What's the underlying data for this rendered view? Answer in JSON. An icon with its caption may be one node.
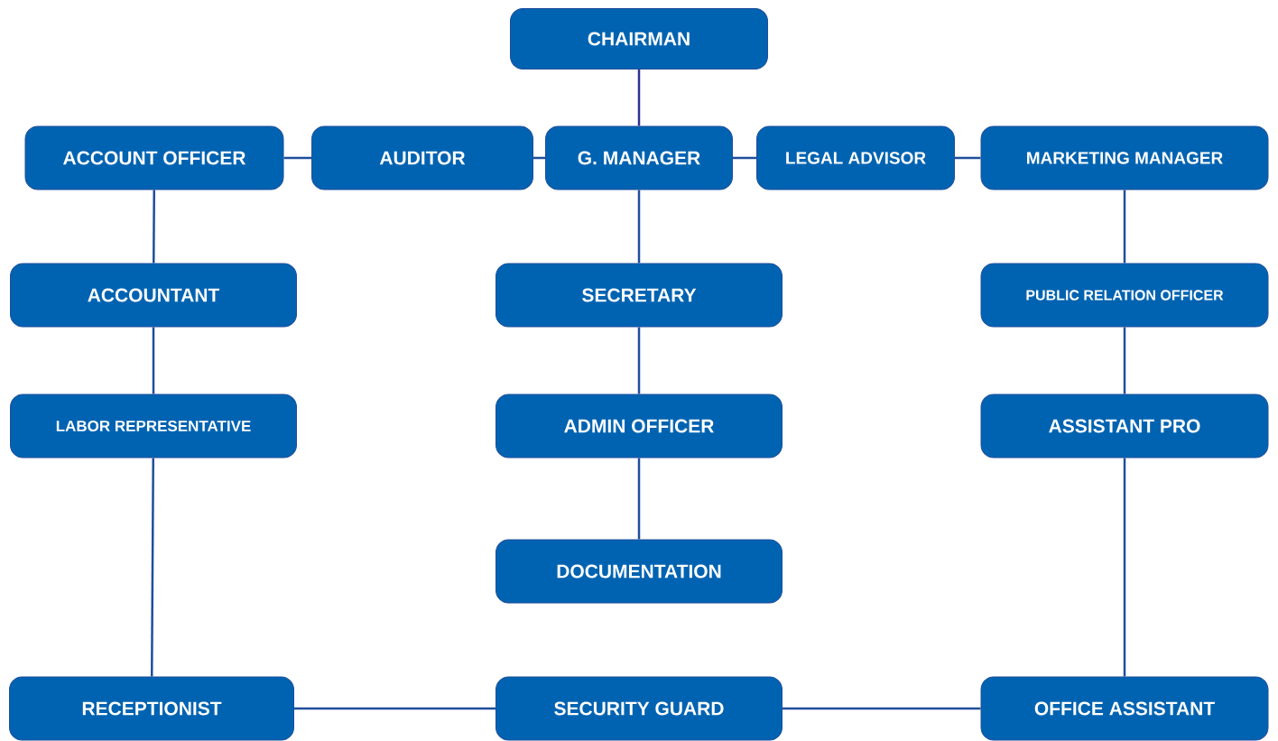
{
  "diagram": {
    "nodes": [
      {
        "text": [
          "CHAIRMAN"
        ]
      },
      {
        "text": [
          "ACCOUNT OFFICER"
        ]
      },
      {
        "text": [
          "AUDITOR"
        ]
      },
      {
        "text": [
          "G. MANAGER"
        ]
      },
      {
        "text": [
          "LEGAL ADVISOR"
        ]
      },
      {
        "text": [
          "MARKETING MANAGER"
        ]
      },
      {
        "text": [
          "ACCOUNTANT"
        ]
      },
      {
        "text": [
          "SECRETARY"
        ]
      },
      {
        "text": [
          "PUBLIC RELATION OFFICER"
        ]
      },
      {
        "text": [
          "LABOR REPRESENTATIVE"
        ]
      },
      {
        "text": [
          "ADMIN OFFICER"
        ]
      },
      {
        "text": [
          "ASSISTANT PRO"
        ]
      },
      {
        "text": [
          "DOCUMENTATION"
        ]
      },
      {
        "text": [
          "RECEPTIONIST"
        ]
      },
      {
        "text": [
          "SECURITY GUARD"
        ]
      },
      {
        "text": [
          "OFFICE ASSISTANT"
        ]
      }
    ],
    "edges": [
      {
        "from": 0,
        "to": 3,
        "arrow": "none",
        "color": "#2e3192"
      },
      {
        "from": 1,
        "to": 2,
        "arrow": "none"
      },
      {
        "from": 2,
        "to": 3,
        "arrow": "none"
      },
      {
        "from": 3,
        "to": 4,
        "arrow": "none"
      },
      {
        "from": 4,
        "to": 5,
        "arrow": "none"
      },
      {
        "from": 1,
        "to": 6,
        "arrow": "none"
      },
      {
        "from": 6,
        "to": 9,
        "arrow": "none"
      },
      {
        "from": 9,
        "to": 13,
        "arrow": "none"
      },
      {
        "from": 3,
        "to": 7,
        "arrow": "none"
      },
      {
        "from": 7,
        "to": 10,
        "arrow": "none"
      },
      {
        "from": 10,
        "to": 12,
        "arrow": "none"
      },
      {
        "from": 5,
        "to": 8,
        "arrow": "none"
      },
      {
        "from": 8,
        "to": 11,
        "arrow": "none"
      },
      {
        "from": 11,
        "to": 15,
        "arrow": "none"
      },
      {
        "from": 13,
        "to": 14,
        "arrow": "none"
      },
      {
        "from": 14,
        "to": 15,
        "arrow": "none"
      }
    ]
  }
}
